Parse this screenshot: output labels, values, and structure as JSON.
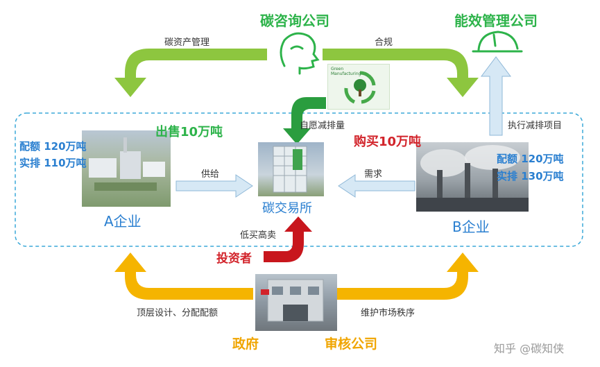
{
  "nodes": {
    "consulting": "碳咨询公司",
    "energy_mgmt": "能效管理公司",
    "company_a": "A企业",
    "company_b": "B企业",
    "exchange": "碳交易所",
    "investor": "投资者",
    "government": "政府",
    "audit": "审核公司"
  },
  "edges": {
    "carbon_asset_mgmt": "碳资产管理",
    "compliance": "合规",
    "voluntary_reduction": "自愿减排量",
    "execute_projects": "执行减排项目",
    "supply": "供给",
    "demand": "需求",
    "buy_low_sell_high": "低买高卖",
    "top_design": "顶层设计、分配配额",
    "maintain_order": "维护市场秩序"
  },
  "company_a": {
    "quota": "配额 120万吨",
    "actual": "实排 110万吨",
    "sell": "出售10万吨"
  },
  "company_b": {
    "quota": "配额 120万吨",
    "actual": "实排 130万吨",
    "buy": "购买10万吨"
  },
  "logo_text": "Green Manufacturing",
  "watermark": "知乎 @碳知侠",
  "colors": {
    "green": "#8dc63f",
    "dark_green": "#2a9d3f",
    "orange": "#f5b400",
    "red": "#c8161d",
    "blue_arrow": "#d6e8f5",
    "dashed": "#3aa8d8"
  }
}
